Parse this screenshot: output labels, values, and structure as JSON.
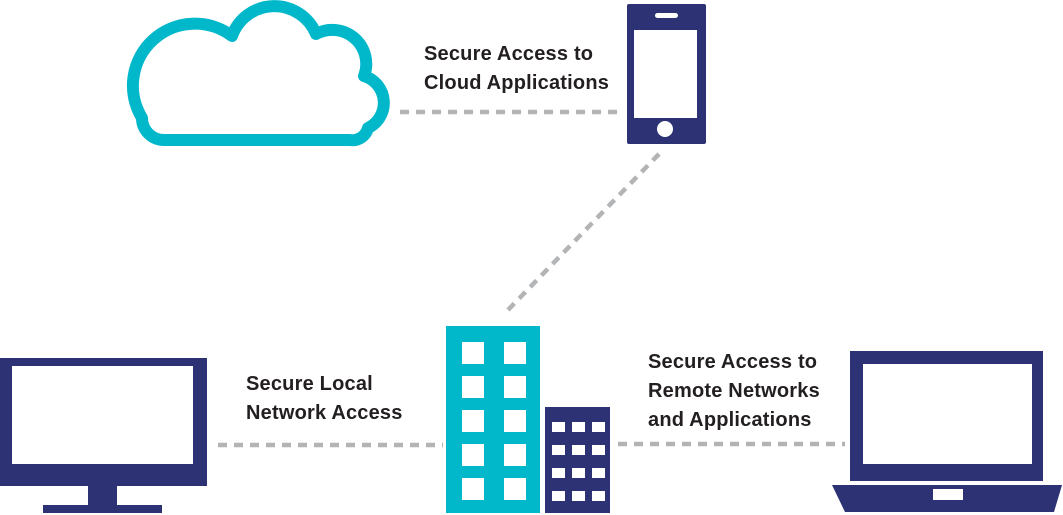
{
  "diagram": {
    "labels": {
      "cloud_access": {
        "line1": "Secure Access to",
        "line2": "Cloud Applications"
      },
      "local_access": {
        "line1": "Secure Local",
        "line2": "Network Access"
      },
      "remote_access": {
        "line1": "Secure Access to",
        "line2": "Remote Networks",
        "line3": "and Applications"
      }
    },
    "nodes": [
      {
        "icon": "cloud-icon"
      },
      {
        "icon": "smartphone-icon"
      },
      {
        "icon": "desktop-monitor-icon"
      },
      {
        "icon": "office-buildings-icon"
      },
      {
        "icon": "laptop-icon"
      }
    ],
    "connectors": [
      {
        "from": "cloud",
        "to": "smartphone",
        "style": "dotted"
      },
      {
        "from": "smartphone",
        "to": "office-buildings",
        "style": "dotted"
      },
      {
        "from": "desktop-monitor",
        "to": "office-buildings",
        "style": "dotted"
      },
      {
        "from": "office-buildings",
        "to": "laptop",
        "style": "dotted"
      }
    ],
    "colors": {
      "teal": "#00b8ca",
      "navy": "#2d3274",
      "dash": "#b3b4b6",
      "text": "#231f20",
      "bg": "#ffffff"
    }
  }
}
